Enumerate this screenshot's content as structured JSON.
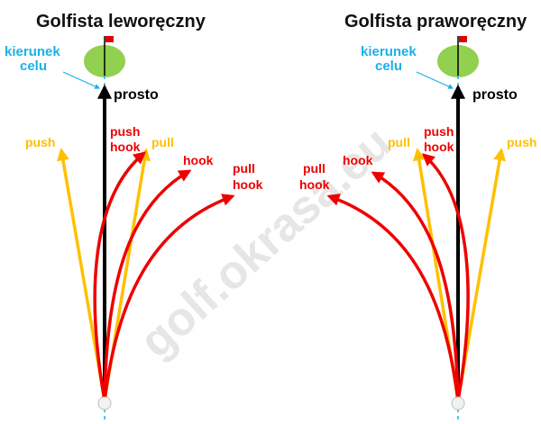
{
  "colors": {
    "black": "#000000",
    "red": "#ee0000",
    "orange": "#ffc000",
    "blue": "#1ab0e8",
    "green": "#92d050",
    "flag": "#e00000"
  },
  "watermark": "golf.okrasa.eu",
  "left": {
    "title": "Golfista leworęczny",
    "target_line1": "kierunek",
    "target_line2": "celu",
    "straight": "prosto",
    "push_hook_line1": "push",
    "push_hook_line2": "hook",
    "pull_hook_line1": "pull",
    "pull_hook_line2": "hook",
    "push": "push",
    "pull": "pull",
    "hook": "hook"
  },
  "right": {
    "title": "Golfista praworęczny",
    "target_line1": "kierunek",
    "target_line2": "celu",
    "straight": "prosto",
    "push_hook_line1": "push",
    "push_hook_line2": "hook",
    "pull_hook_line1": "pull",
    "pull_hook_line2": "hook",
    "push": "push",
    "pull": "pull",
    "hook": "hook"
  }
}
